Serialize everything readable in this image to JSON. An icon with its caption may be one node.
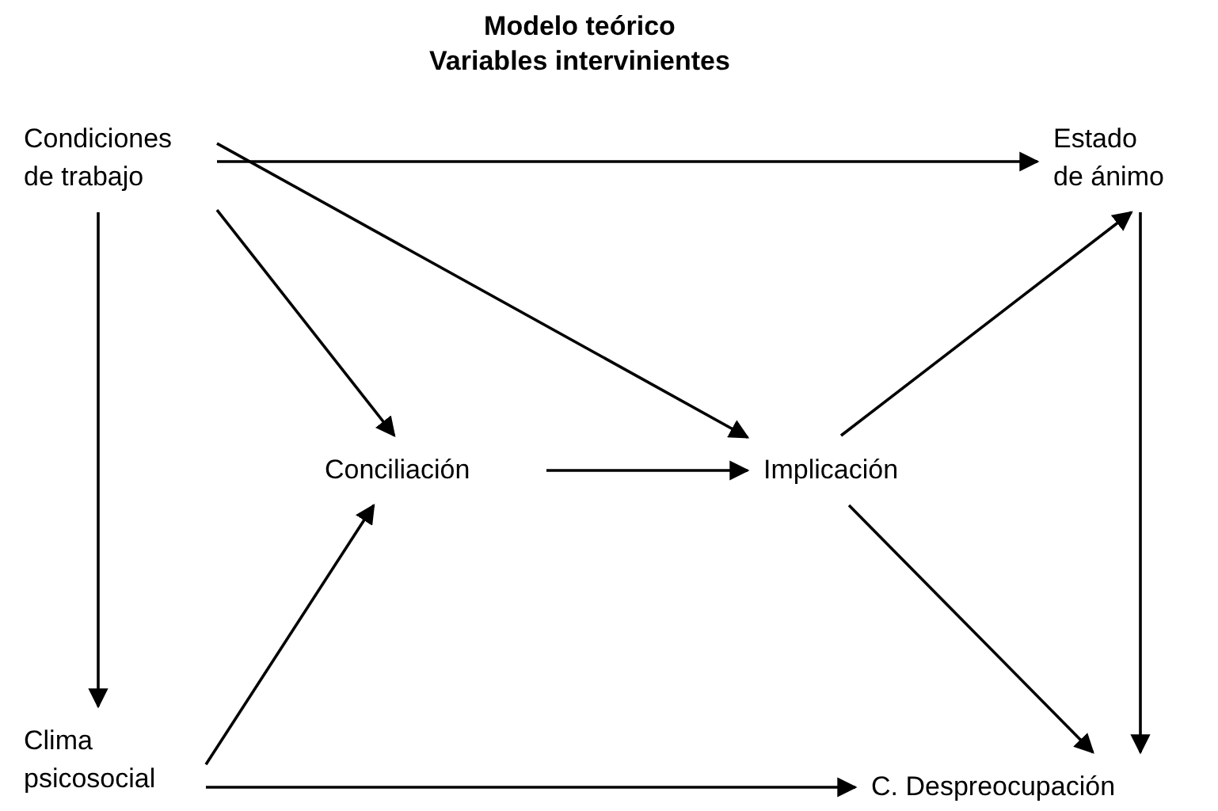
{
  "diagram": {
    "title": "Modelo teórico Variables intervinientes",
    "nodes": [
      {
        "text": [
          "Condiciones de trabajo"
        ]
      },
      {
        "text": [
          "Estado de ánimo"
        ]
      },
      {
        "text": [
          "Conciliación"
        ]
      },
      {
        "text": [
          "Implicación"
        ]
      },
      {
        "text": [
          "Clima psicosocial"
        ]
      },
      {
        "text": [
          "C. Despreocupación"
        ]
      }
    ],
    "edges": [
      {
        "from": 0,
        "to": 1,
        "arrow": "to"
      },
      {
        "from": 0,
        "to": 3,
        "arrow": "to"
      },
      {
        "from": 0,
        "to": 2,
        "arrow": "to"
      },
      {
        "from": 0,
        "to": 4,
        "arrow": "to"
      },
      {
        "from": 2,
        "to": 3,
        "arrow": "to"
      },
      {
        "from": 3,
        "to": 1,
        "arrow": "to"
      },
      {
        "from": 3,
        "to": 5,
        "arrow": "to"
      },
      {
        "from": 1,
        "to": 5,
        "arrow": "to"
      },
      {
        "from": 4,
        "to": 2,
        "arrow": "to"
      },
      {
        "from": 4,
        "to": 5,
        "arrow": "to"
      }
    ]
  }
}
